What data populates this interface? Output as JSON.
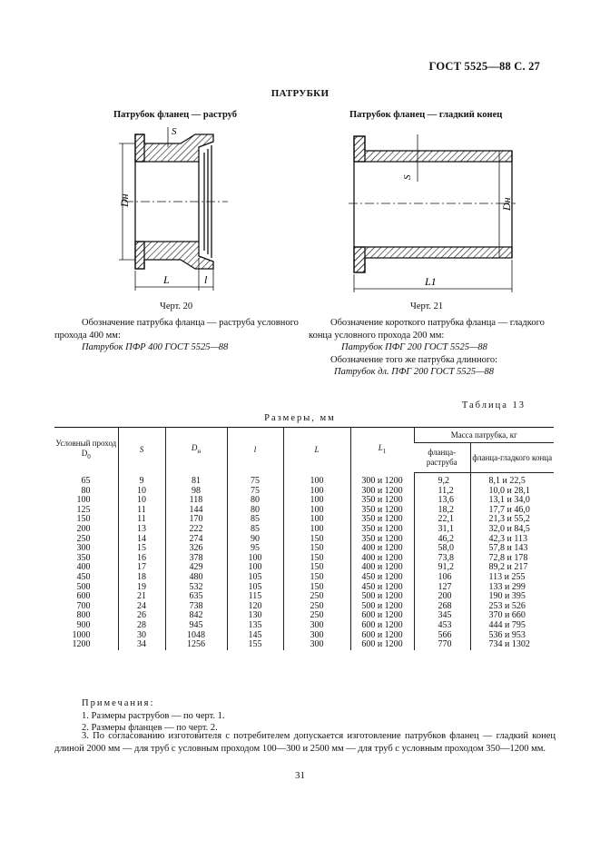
{
  "header": {
    "standard": "ГОСТ 5525—88 С. 27"
  },
  "section_title": "ПАТРУБКИ",
  "figures": [
    {
      "caption": "Патрубок фланец — раструб",
      "number": "Черт. 20",
      "labels": {
        "s": "S",
        "dn": "Dн",
        "L": "L",
        "l": "l"
      }
    },
    {
      "caption": "Патрубок фланец — гладкий конец",
      "number": "Черт. 21",
      "labels": {
        "s": "S",
        "dn": "Dн",
        "L1": "L1"
      }
    }
  ],
  "designations": {
    "left": {
      "text": "Обозначение патрубка фланца — раструба условного прохода 400 мм:",
      "example": "Патрубок ПФР 400 ГОСТ 5525—88"
    },
    "right": {
      "text": "Обозначение короткого патрубка фланца — гладкого конца условного прохода 200 мм:",
      "example": "Патрубок ПФГ 200 ГОСТ 5525—88",
      "text2": "Обозначение того же патрубка длинного:",
      "example2": "Патрубок дл. ПФГ 200 ГОСТ 5525—88"
    }
  },
  "table": {
    "title": "Таблица 13",
    "subtitle": "Размеры, мм",
    "headers": {
      "dn": "Условный проход D",
      "dn_sub": "0",
      "s": "S",
      "d": "D",
      "d_sub": "н",
      "l": "l",
      "L": "L",
      "L1": "L",
      "L1_sub": "1",
      "mass": "Масса патрубка, кг",
      "mass1": "фланца-раструба",
      "mass2": "фланца-гладкого конца"
    },
    "rows": [
      [
        "65",
        "9",
        "81",
        "75",
        "100",
        "300 и 1200",
        "9,2",
        "8,1 и 22,5"
      ],
      [
        "80",
        "10",
        "98",
        "75",
        "100",
        "300 и 1200",
        "11,2",
        "10,0 и 28,1"
      ],
      [
        "100",
        "10",
        "118",
        "80",
        "100",
        "350 и 1200",
        "13,6",
        "13,1 и 34,0"
      ],
      [
        "125",
        "11",
        "144",
        "80",
        "100",
        "350 и 1200",
        "18,2",
        "17,7 и 46,0"
      ],
      [
        "150",
        "11",
        "170",
        "85",
        "100",
        "350 и 1200",
        "22,1",
        "21,3 и 55,2"
      ],
      [
        "200",
        "13",
        "222",
        "85",
        "100",
        "350 и 1200",
        "31,1",
        "32,0 и 84,5"
      ],
      [
        "250",
        "14",
        "274",
        "90",
        "150",
        "350 и 1200",
        "46,2",
        "42,3 и 113"
      ],
      [
        "300",
        "15",
        "326",
        "95",
        "150",
        "400 и 1200",
        "58,0",
        "57,8 и 143"
      ],
      [
        "350",
        "16",
        "378",
        "100",
        "150",
        "400 и 1200",
        "73,8",
        "72,8 и 178"
      ],
      [
        "400",
        "17",
        "429",
        "100",
        "150",
        "400 и 1200",
        "91,2",
        "89,2 и 217"
      ],
      [
        "450",
        "18",
        "480",
        "105",
        "150",
        "450 и 1200",
        "106",
        "113 и 255"
      ],
      [
        "500",
        "19",
        "532",
        "105",
        "150",
        "450 и 1200",
        "127",
        "133 и 299"
      ],
      [
        "600",
        "21",
        "635",
        "115",
        "250",
        "500 и 1200",
        "200",
        "190 и 395"
      ],
      [
        "700",
        "24",
        "738",
        "120",
        "250",
        "500 и 1200",
        "268",
        "253 и 526"
      ],
      [
        "800",
        "26",
        "842",
        "130",
        "250",
        "600 и 1200",
        "345",
        "370 и 660"
      ],
      [
        "900",
        "28",
        "945",
        "135",
        "300",
        "600 и 1200",
        "453",
        "444 и 795"
      ],
      [
        "1000",
        "30",
        "1048",
        "145",
        "300",
        "600 и 1200",
        "566",
        "536 и 953"
      ],
      [
        "1200",
        "34",
        "1256",
        "155",
        "300",
        "600 и 1200",
        "770",
        "734 и 1302"
      ]
    ]
  },
  "notes": {
    "title": "Примечания:",
    "items": [
      "1. Размеры раструбов — по черт. 1.",
      "2. Размеры фланцев — по черт. 2.",
      "3. По согласованию изготовителя с потребителем допускается изготовление патрубков фланец — гладкий конец длиной 2000 мм — для труб с условным проходом 100—300 и 2500 мм — для труб с условным проходом 350—1200 мм."
    ]
  },
  "page_number": "31"
}
